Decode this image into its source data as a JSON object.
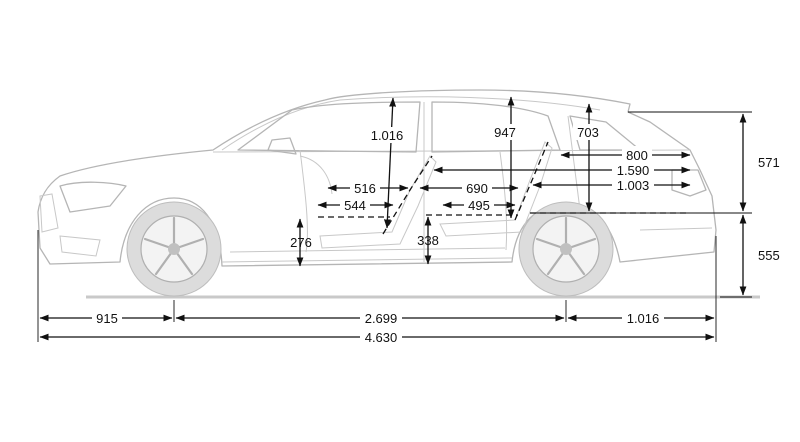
{
  "diagram": {
    "accent_color": "#111111",
    "car_line_color": "#b5b5b5",
    "dimensions": {
      "overall_length": "4.630",
      "wheelbase": "2.699",
      "front_overhang": "915",
      "rear_overhang": "1.016",
      "rear_height_upper": "571",
      "rear_height_lower": "555",
      "front_headroom": "1.016",
      "rear_headroom": "947",
      "cargo_height": "703",
      "cargo_length_floor": "800",
      "cargo_length_seats_folded": "1.590",
      "cargo_length_seats_up": "1.003",
      "front_legroom_a": "516",
      "front_legroom_b": "544",
      "rear_legroom_a": "690",
      "rear_legroom_b": "495",
      "front_seat_height": "276",
      "rear_seat_height": "338"
    }
  }
}
